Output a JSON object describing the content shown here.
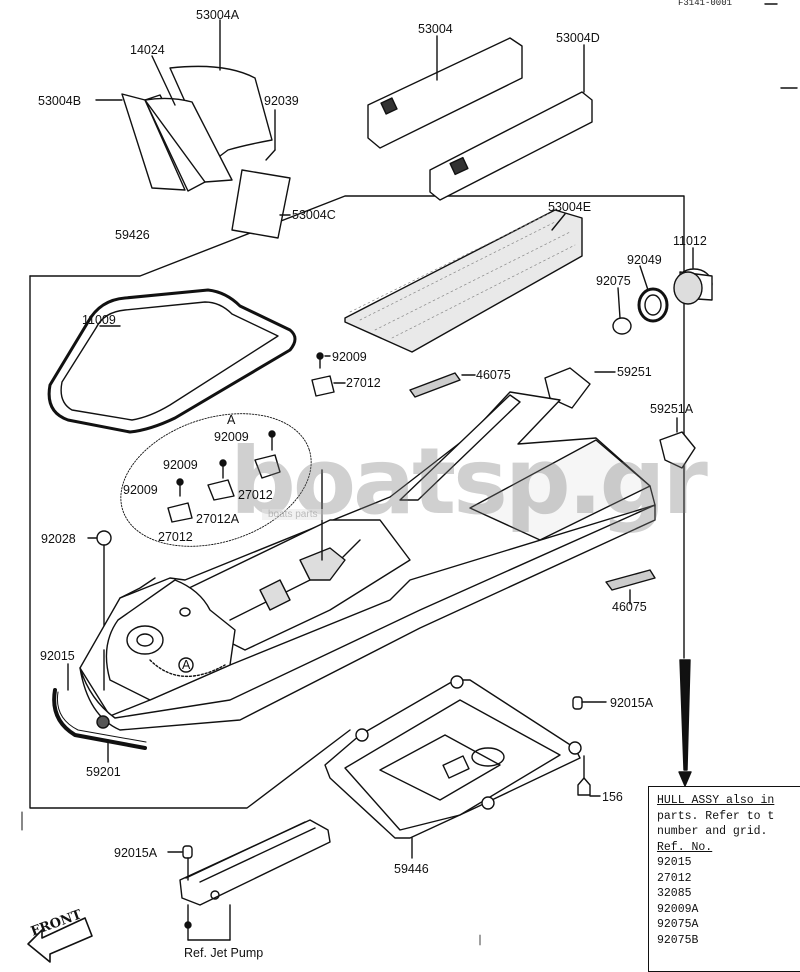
{
  "header": {
    "code": "F3141-0001"
  },
  "watermark": {
    "brand": "boatsp.gr",
    "tagline": "boats parts"
  },
  "labels": {
    "p53004A": "53004A",
    "p14024": "14024",
    "p53004B": "53004B",
    "p92039": "92039",
    "p53004C": "53004C",
    "p53004": "53004",
    "p53004D": "53004D",
    "p53004E": "53004E",
    "p59426": "59426",
    "p11012": "11012",
    "p92049": "92049",
    "p92075": "92075",
    "p11009": "11009",
    "p92009a": "92009",
    "p27012a": "27012",
    "p46075a": "46075",
    "p59251": "59251",
    "p59251A": "59251A",
    "pA1": "A",
    "p92009b": "92009",
    "p92009c": "92009",
    "p92009d": "92009",
    "p27012b": "27012",
    "p27012A": "27012A",
    "p27012c": "27012",
    "p92028": "92028",
    "p46075b": "46075",
    "p92015": "92015",
    "pA2": "A",
    "p59201": "59201",
    "p92015Aa": "92015A",
    "p156": "156",
    "p59446": "59446",
    "p92015Ab": "92015A",
    "refJet": "Ref. Jet Pump",
    "front": "FRONT"
  },
  "panel": {
    "line1": "HULL ASSY also in",
    "line2": "parts. Refer to t",
    "line3": "number and grid.",
    "header": "Ref. No.",
    "refs": [
      "92015",
      "27012",
      "32085",
      "92009A",
      "92075A",
      "92075B"
    ]
  }
}
